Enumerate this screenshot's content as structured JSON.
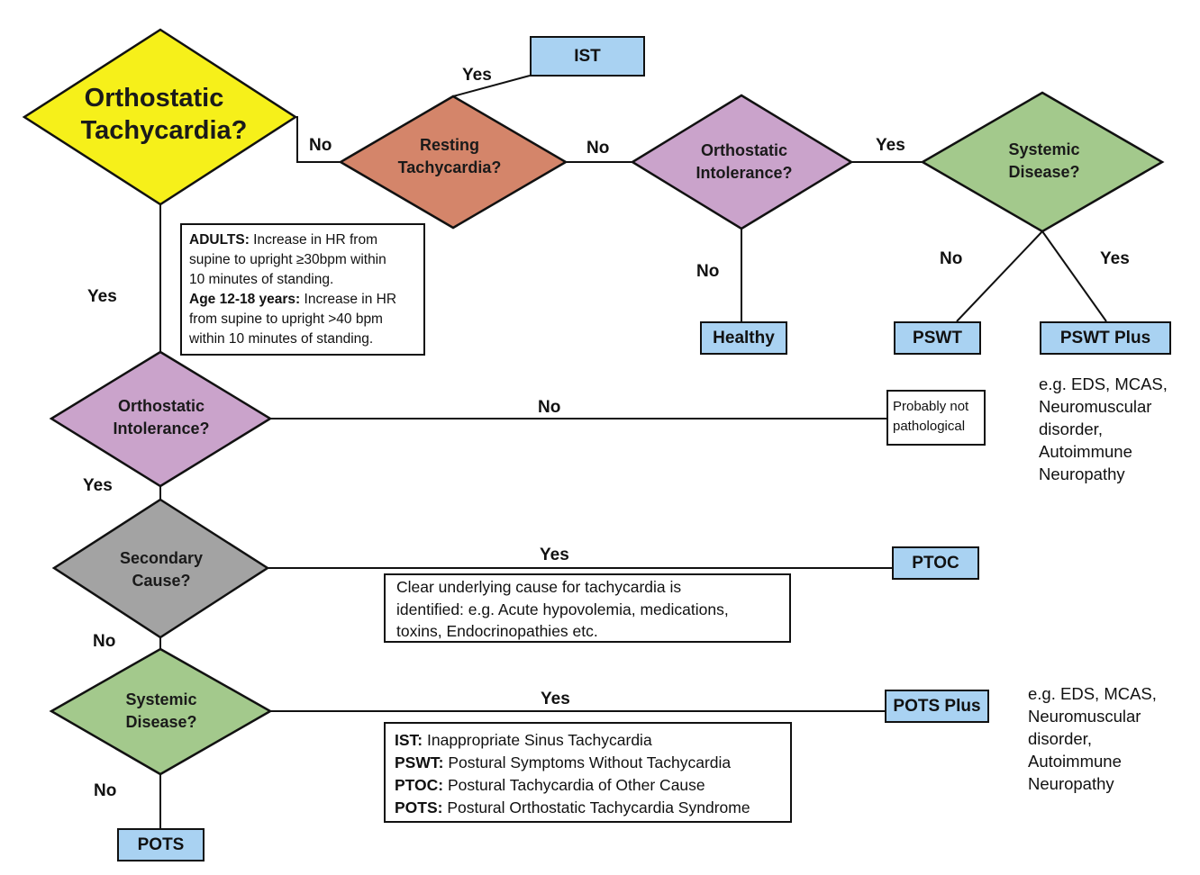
{
  "diamonds": {
    "orthostatic_tachycardia": [
      "Orthostatic",
      "Tachycardia?"
    ],
    "resting_tachycardia": [
      "Resting",
      "Tachycardia?"
    ],
    "orthostatic_intolerance_top": [
      "Orthostatic",
      "Intolerance?"
    ],
    "systemic_disease_top": [
      "Systemic",
      "Disease?"
    ],
    "orthostatic_intolerance_left": [
      "Orthostatic",
      "Intolerance?"
    ],
    "secondary_cause": [
      "Secondary",
      "Cause?"
    ],
    "systemic_disease_bottom": [
      "Systemic",
      "Disease?"
    ]
  },
  "edge_labels": {
    "yes_ist": "Yes",
    "no_resting": "No",
    "no_orth_intol": "No",
    "yes_systemic": "Yes",
    "no_healthy": "No",
    "no_pswt": "No",
    "yes_pswt_plus": "Yes",
    "yes_main": "Yes",
    "no_probably": "No",
    "yes_secondary": "Yes",
    "yes_ptoc": "Yes",
    "no_systemic": "No",
    "yes_pots_plus": "Yes",
    "no_pots": "No"
  },
  "outcomes": {
    "ist": "IST",
    "healthy": "Healthy",
    "pswt": "PSWT",
    "pswt_plus": "PSWT Plus",
    "ptoc": "PTOC",
    "pots_plus": "POTS Plus",
    "pots": "POTS"
  },
  "criteria": {
    "adults_label": "ADULTS:",
    "adults_lines": [
      " Increase in HR from",
      "supine to upright ≥30bpm within",
      "10 minutes of standing."
    ],
    "teen_label": "Age 12-18 years:",
    "teen_lines": [
      " Increase in HR",
      "from supine to upright >40 bpm",
      "within 10 minutes of standing."
    ]
  },
  "probably_not": [
    "Probably not",
    "pathological"
  ],
  "secondary_note": [
    "Clear underlying cause for tachycardia is",
    "identified: e.g. Acute hypovolemia, medications,",
    "toxins, Endocrinopathies etc."
  ],
  "examples_top": [
    "e.g. EDS, MCAS,",
    "Neuromuscular",
    "disorder,",
    "Autoimmune",
    "Neuropathy"
  ],
  "examples_bottom": [
    "e.g. EDS, MCAS,",
    "Neuromuscular",
    "disorder,",
    "Autoimmune",
    "Neuropathy"
  ],
  "legend": [
    {
      "abbr": "IST:",
      "text": " Inappropriate Sinus Tachycardia"
    },
    {
      "abbr": "PSWT:",
      "text": " Postural Symptoms Without Tachycardia"
    },
    {
      "abbr": "PTOC:",
      "text": " Postural Tachycardia of Other Cause"
    },
    {
      "abbr": "POTS:",
      "text": " Postural Orthostatic Tachycardia Syndrome"
    }
  ],
  "colors": {
    "yellow": "#f6f01a",
    "orange": "#d4856a",
    "purple": "#caa3cb",
    "green": "#a3c98c",
    "gray": "#a3a3a3",
    "blue": "#a9d2f2"
  }
}
